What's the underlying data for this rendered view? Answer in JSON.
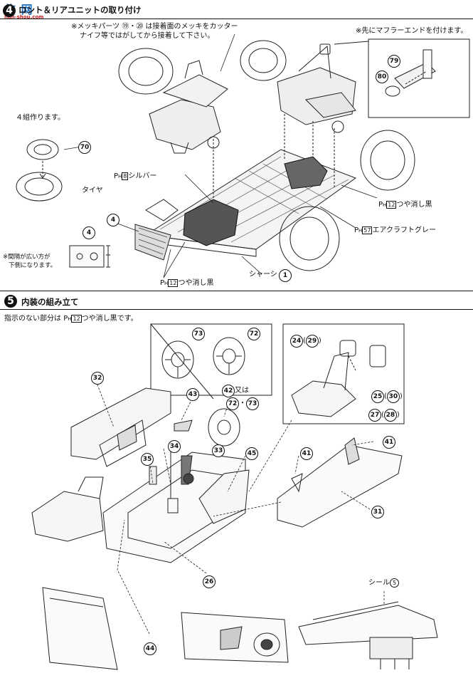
{
  "watermark": {
    "brand": "信 网",
    "url": "nan-shou.com"
  },
  "step4": {
    "number": "4",
    "title": "ロント＆リアユニットの取り付け",
    "note_plating": "※メッキパーツ ⑲・⑳ は接着面のメッキをカッター",
    "note_plating_2": "ナイフ等ではがしてから接着して下さい。",
    "note_muffler": "※先にマフラーエンドを付けます。",
    "note_four_sets": "４組作ります。",
    "label_tire": "タイヤ",
    "label_silver": "シルバー",
    "label_matte_black_right": "つや消し黒",
    "label_aircraft_gray": "エアクラフトグレー",
    "label_chassis": "シャーシ",
    "label_matte_black_bottom": "つや消し黒",
    "note_gap": "※間隔が広い方が",
    "note_gap_2": "下側になります。",
    "paint_prefix": "P",
    "paint_silver_code": "8",
    "paint_black_code": "12",
    "paint_gray_code": "57",
    "parts": {
      "p70": "70",
      "p79": "79",
      "p80": "80",
      "p4a": "4",
      "p4b": "4",
      "chassis_num": "1"
    }
  },
  "step5": {
    "number": "5",
    "title": "内装の組み立て",
    "note_unspecified": "指示のない部分は",
    "note_unspecified_2": "つや消し黒です。",
    "paint_prefix": "P",
    "paint_code": "12",
    "label_or": "又は",
    "label_seal": "シール",
    "seal_num": "5",
    "parts": {
      "p73": "73",
      "p72": "72",
      "p42": "42",
      "p72b": "72",
      "p73b": "73",
      "p24": "24",
      "p29": "29",
      "p25": "25",
      "p30": "30",
      "p27": "27",
      "p28": "28",
      "p32": "32",
      "p43": "43",
      "p34": "34",
      "p33": "33",
      "p35": "35",
      "p45": "45",
      "p41a": "41",
      "p41b": "41",
      "p31": "31",
      "p26": "26",
      "p44": "44"
    }
  }
}
